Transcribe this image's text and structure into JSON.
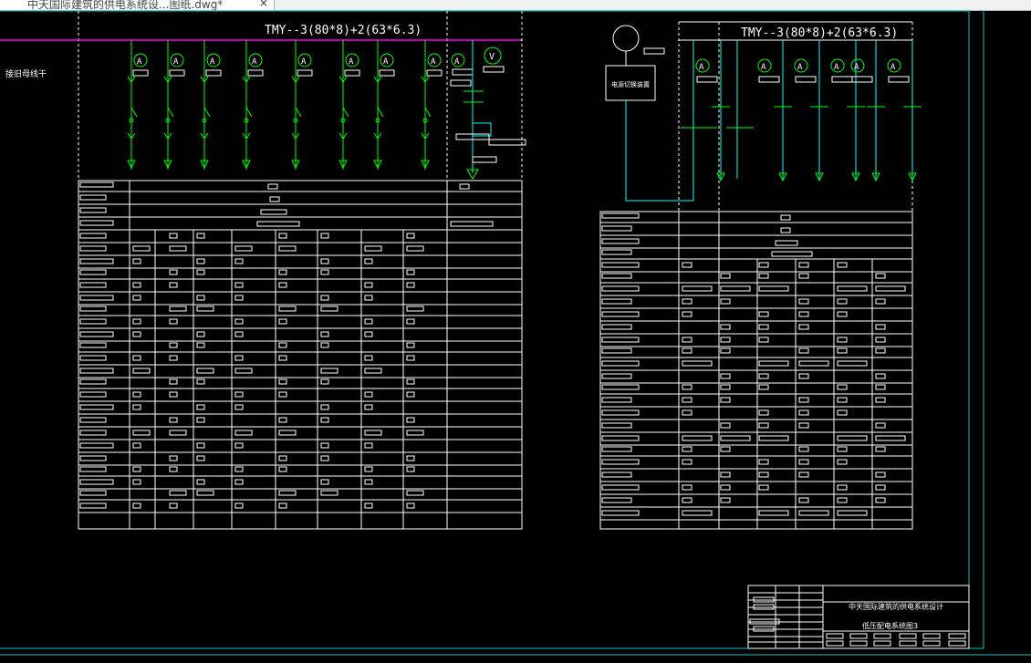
{
  "window": {
    "tab_title": "中天国际建筑的供电系统设...图纸.dwg*",
    "close_glyph": "×"
  },
  "drawing": {
    "left_panel": {
      "bus_label": "TMY--3(80*8)+2(63*6.3)",
      "side_label": "接旧母线干",
      "meter_ammeter": "A",
      "meter_voltmeter": "V"
    },
    "right_panel": {
      "bus_label": "TMY--3(80*8)+2(63*6.3)",
      "controller_label": "电源切换装置",
      "meter_ammeter": "A"
    },
    "title_block": {
      "project_title": "中天国际建筑的供电系统设计",
      "drawing_title": "低压配电系统图3"
    }
  },
  "colors": {
    "background": "#000000",
    "lines": "#ffffff",
    "symbols": "#00ff00",
    "frame": "#00c8c8",
    "busbar": "#ff00ff"
  }
}
